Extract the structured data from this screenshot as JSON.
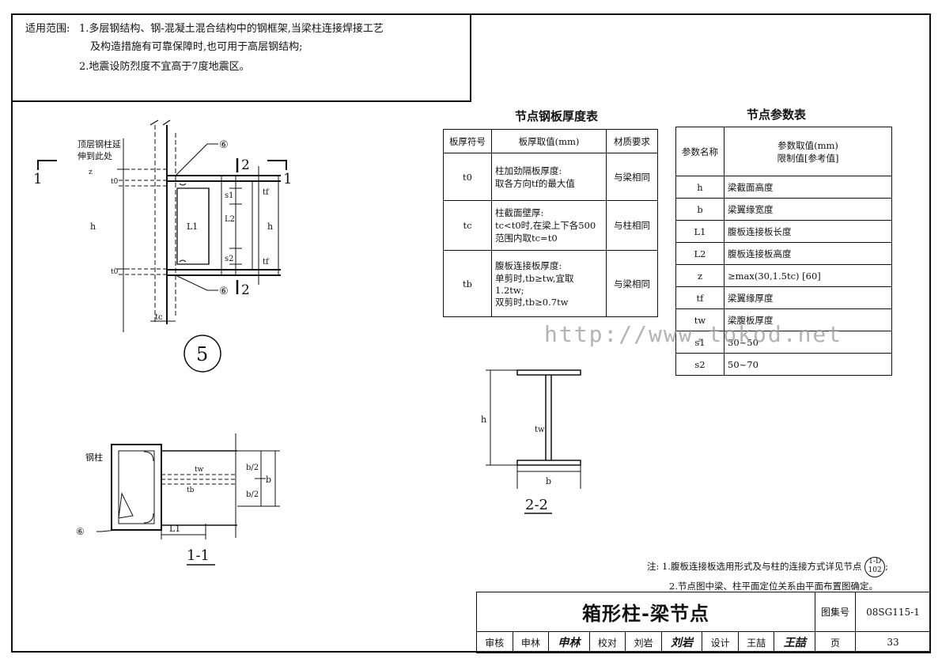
{
  "scope": {
    "label": "适用范围:",
    "line1": "1.多层钢结构、钢-混凝土混合结构中的钢框架,当梁柱连接焊接工艺",
    "line2": "及构造措施有可靠保障时,也可用于高层钢结构;",
    "line3": "2.地震设防烈度不宜高于7度地震区。"
  },
  "plate_table": {
    "title": "节点钢板厚度表",
    "headers": [
      "板厚符号",
      "板厚取值(mm)",
      "材质要求"
    ],
    "rows": [
      {
        "symbol": "t0",
        "value_lines": [
          "柱加劲隔板厚度:",
          "取各方向tf的最大值"
        ],
        "material": "与梁相同"
      },
      {
        "symbol": "tc",
        "value_lines": [
          "柱截面壁厚:",
          "tc<t0时,在梁上下各500",
          "范围内取tc=t0"
        ],
        "material": "与柱相同"
      },
      {
        "symbol": "tb",
        "value_lines": [
          "腹板连接板厚度:",
          "单剪时,tb≥tw,宜取",
          "1.2tw;",
          "双剪时,tb≥0.7tw"
        ],
        "material": "与梁相同"
      }
    ]
  },
  "param_table": {
    "title": "节点参数表",
    "header_name": "参数名称",
    "header_value_1": "参数取值(mm)",
    "header_value_2": "限制值[参考值]",
    "rows": [
      {
        "name": "h",
        "value": "梁截面高度"
      },
      {
        "name": "b",
        "value": "梁翼缘宽度"
      },
      {
        "name": "L1",
        "value": "腹板连接板长度"
      },
      {
        "name": "L2",
        "value": "腹板连接板高度"
      },
      {
        "name": "z",
        "value": "≥max(30,1.5tc) [60]"
      },
      {
        "name": "tf",
        "value": "梁翼缘厚度"
      },
      {
        "name": "tw",
        "value": "梁腹板厚度"
      },
      {
        "name": "s1",
        "value": "30~50"
      },
      {
        "name": "s2",
        "value": "50~70"
      }
    ]
  },
  "detail5": {
    "note": [
      "顶层钢柱延",
      "伸到此处"
    ],
    "weld": "⑥",
    "section_mark": "1",
    "cut2": "2",
    "labels": {
      "z": "z",
      "t0": "t0",
      "h": "h",
      "L1": "L1",
      "L2": "L2",
      "s1": "s1",
      "s2": "s2",
      "tf": "tf",
      "tc": "tc"
    },
    "number": "5"
  },
  "section11": {
    "column_label": "钢柱",
    "weld": "⑥",
    "labels": {
      "tw": "tw",
      "tb": "tb",
      "b2": "b/2",
      "b": "b",
      "L1": "L1"
    },
    "title": "1-1"
  },
  "section22": {
    "labels": {
      "h": "h",
      "tw": "tw",
      "b": "b"
    },
    "title": "2-2"
  },
  "watermark": "http://www.tokod.net",
  "notes": {
    "prefix": "注:",
    "line1": "1.腹板连接板选用形式及与柱的连接方式详见节点",
    "ref_top": "1-D",
    "ref_bottom": "102",
    "line1_end": ";",
    "line2": "2.节点图中梁、柱平面定位关系由平面布置图确定。"
  },
  "title_block": {
    "title": "箱形柱-梁节点",
    "atlas_label": "图集号",
    "atlas_no": "08SG115-1",
    "review_label": "审核",
    "reviewer": "申林",
    "reviewer_sig": "申林",
    "check_label": "校对",
    "checker": "刘岩",
    "checker_sig": "刘岩",
    "design_label": "设计",
    "designer": "王喆",
    "designer_sig": "王喆",
    "page_label": "页",
    "page_no": "33"
  }
}
